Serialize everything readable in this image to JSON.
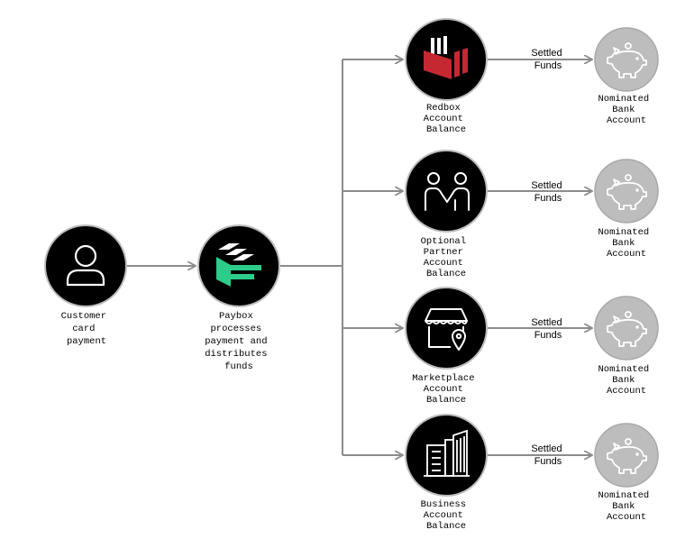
{
  "colors": {
    "node_fill": "#000000",
    "node_border": "#bdbdbd",
    "bank_fill": "#bdbdbd",
    "bank_border": "#a8a8a8",
    "connector": "#8c8c8c",
    "paybox_accent": "#2ecc8a",
    "redbox_accent": "#c62832"
  },
  "nodes": {
    "customer": {
      "icon": "user-icon",
      "label_lines": [
        "Customer",
        "card",
        "payment"
      ]
    },
    "paybox": {
      "icon": "paybox-logo-icon",
      "label_lines": [
        "Paybox",
        "processes",
        "payment and",
        "distributes",
        "funds"
      ]
    },
    "accounts": [
      {
        "icon": "redbox-logo-icon",
        "label_lines": [
          "Redbox",
          "Account",
          "Balance"
        ]
      },
      {
        "icon": "handshake-people-icon",
        "label_lines": [
          "Optional",
          "Partner",
          "Account",
          "Balance"
        ]
      },
      {
        "icon": "storefront-icon",
        "label_lines": [
          "Marketplace",
          "Account",
          "Balance"
        ]
      },
      {
        "icon": "office-building-icon",
        "label_lines": [
          "Business",
          "Account",
          "Balance"
        ]
      }
    ],
    "bank": {
      "icon": "piggy-bank-icon",
      "label_lines": [
        "Nominated",
        "Bank",
        "Account"
      ]
    }
  },
  "flow_label_lines": [
    "Settled",
    "Funds"
  ]
}
